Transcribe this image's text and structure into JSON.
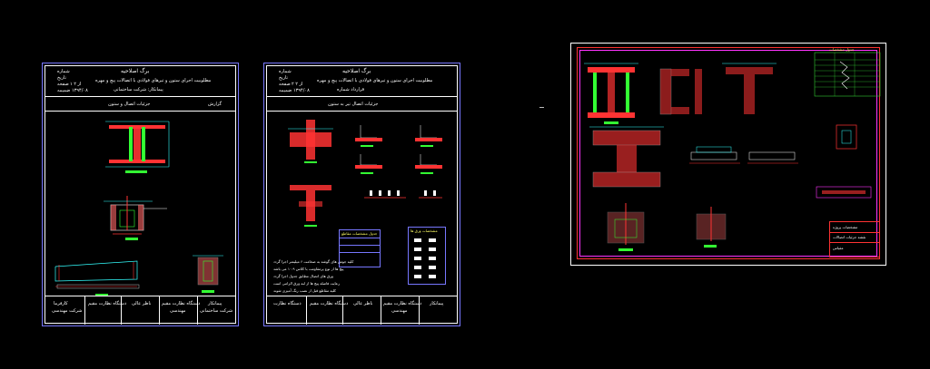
{
  "sheet1": {
    "header": {
      "right_labels": [
        "شماره",
        "تاریخ",
        "صفحه",
        "ضمیمه"
      ],
      "right_values": [
        "",
        "",
        "۱ از ۲",
        "۱۳۹۴/۰۸"
      ],
      "title": "برگ اصلاحیه",
      "subtitle": "مطلوبیت اجرای ستون و تیرهای فولادی با اتصالات پیچ و مهره",
      "project_line": "پیمانکار: شرکت ساختمانی"
    },
    "section_title": "جزئیات اتصال و ستون",
    "section_note": "گزارش",
    "footer": {
      "cells": [
        "کارفرما",
        "دستگاه نظارت مقیم",
        "ناظر عالی",
        "دستگاه نظارت مقیم",
        "پیمانکار"
      ],
      "values": [
        "شرکت مهندسی",
        "",
        "",
        "مهندسی",
        "شرکت ساختمانی"
      ]
    }
  },
  "sheet2": {
    "header": {
      "right_labels": [
        "شماره",
        "تاریخ",
        "صفحه",
        "ضمیمه"
      ],
      "right_values": [
        "",
        "",
        "۲ از ۲",
        "۱۳۹۴/۰۸"
      ],
      "title": "برگ اصلاحیه",
      "subtitle": "مطلوبیت اجرای ستون و تیرهای فولادی با اتصالات پیچ و مهره",
      "project_line": "قرارداد شماره"
    },
    "section_title": "جزئیات اتصال تیر به ستون",
    "table_a_title": "جدول مشخصات مقاطع",
    "table_b_title": "مشخصات ورق ها",
    "notes": [
      "کلیه جوش های گوشه به ضخامت ۶ میلیمتر اجرا گردد",
      "پیچ ها از نوع پرمقاومت با کلاس ۱۰.۹ می باشد",
      "ورق های اتصال مطابق جدول اجرا گردد",
      "رعایت فاصله پیچ ها از لبه ورق الزامی است",
      "کلیه مقاطع قبل از نصب رنگ آمیزی شوند"
    ],
    "footer": {
      "cells": [
        "دستگاه نظارت",
        "دستگاه نظارت مقیم",
        "ناظر عالی",
        "دستگاه نظارت مقیم",
        "پیمانکار"
      ],
      "values": [
        "",
        "",
        "",
        "مهندسی",
        ""
      ]
    }
  },
  "sheet3": {
    "table_title": "جدول مشخصات",
    "title_block": [
      "مشخصات پروژه",
      "نقشه جزئیات اتصالات",
      "مقیاس"
    ],
    "colors": {
      "frame_red": "#ff3333",
      "frame_magenta": "#ff33ff",
      "table_green": "#33cc33"
    }
  },
  "colors": {
    "sheet_border": "#7777ff",
    "hatch_red": "#ff3333",
    "dim_cyan": "#33ffff",
    "label_green": "#33ff33",
    "text_yellow": "#ffff66"
  }
}
